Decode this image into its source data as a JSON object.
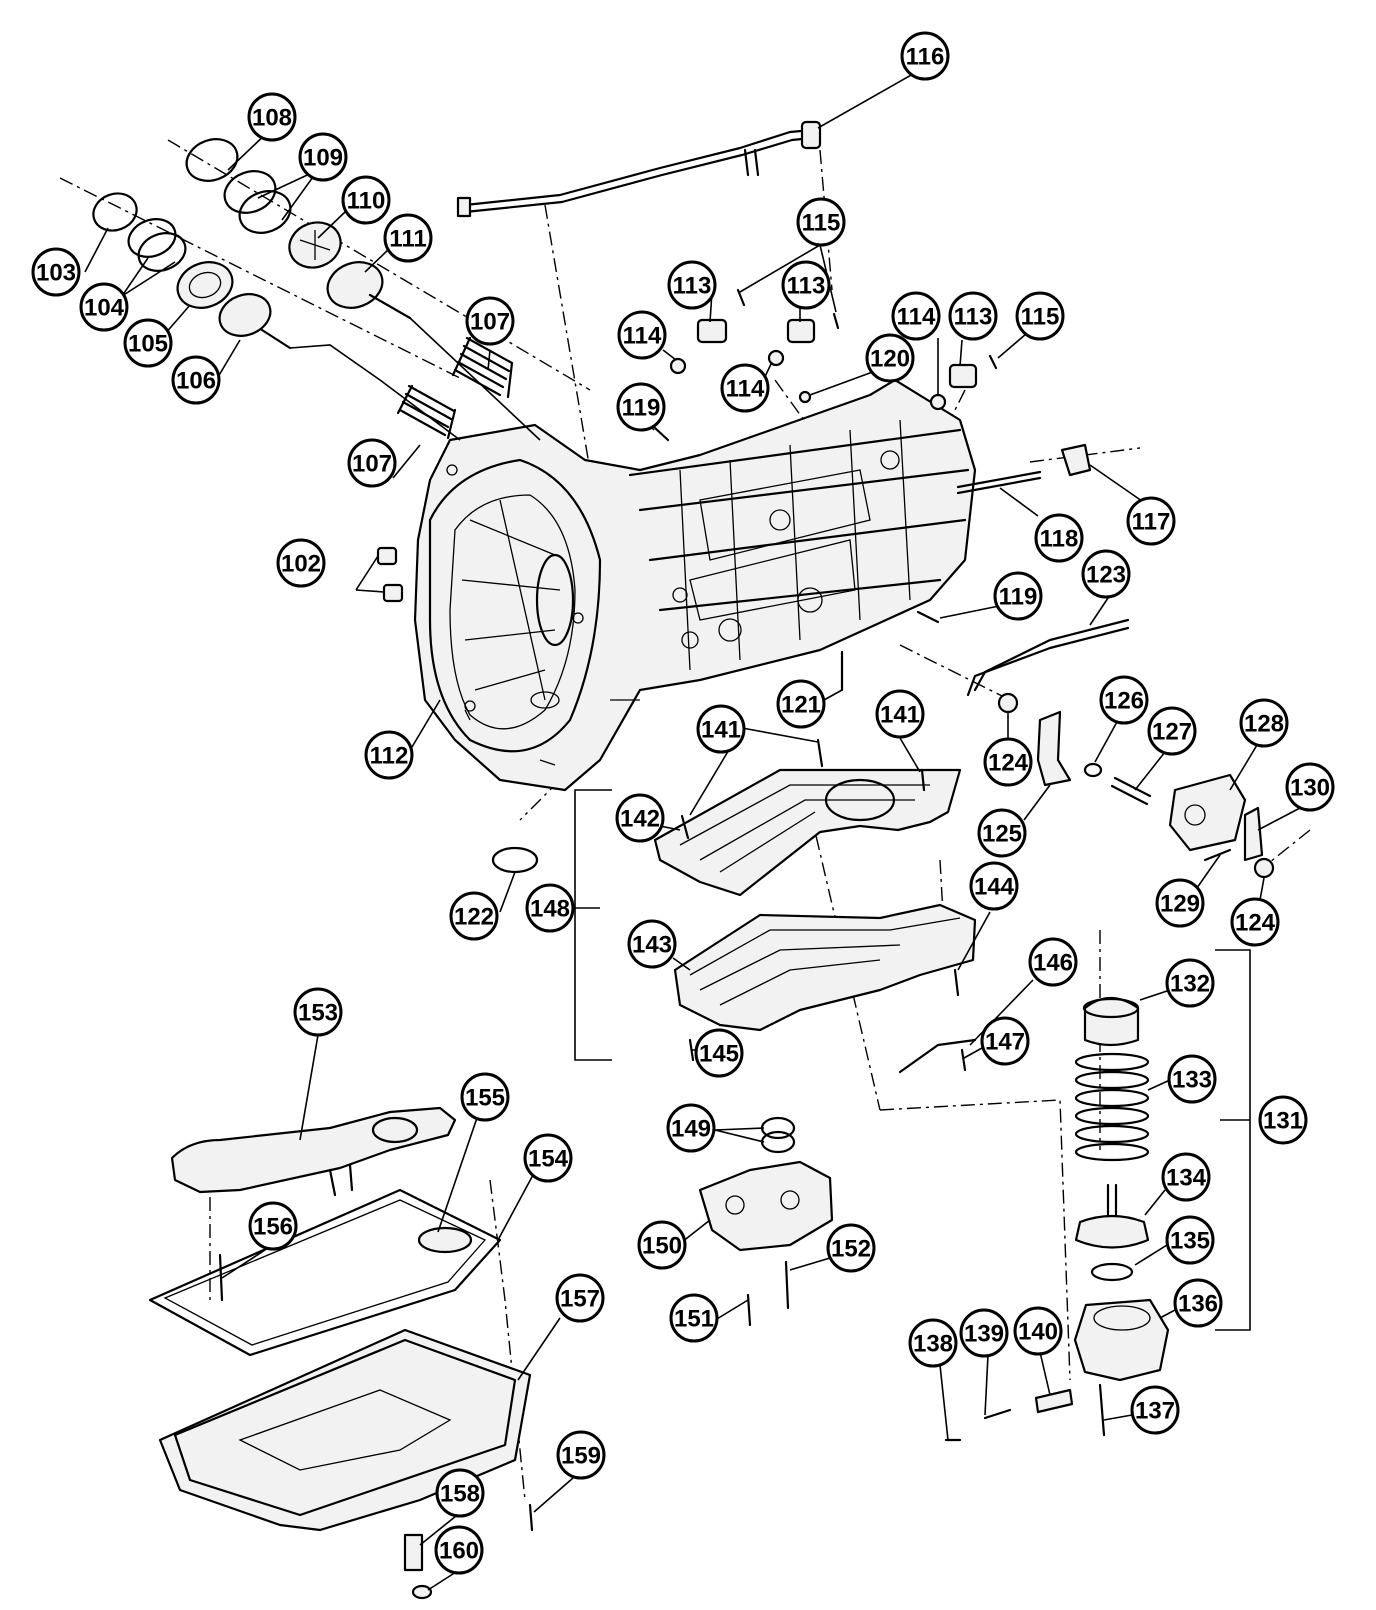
{
  "callouts": [
    {
      "id": "c102",
      "label": "102"
    },
    {
      "id": "c103",
      "label": "103"
    },
    {
      "id": "c104",
      "label": "104"
    },
    {
      "id": "c105",
      "label": "105"
    },
    {
      "id": "c106",
      "label": "106"
    },
    {
      "id": "c107a",
      "label": "107"
    },
    {
      "id": "c107b",
      "label": "107"
    },
    {
      "id": "c108",
      "label": "108"
    },
    {
      "id": "c109",
      "label": "109"
    },
    {
      "id": "c110",
      "label": "110"
    },
    {
      "id": "c111",
      "label": "111"
    },
    {
      "id": "c112",
      "label": "112"
    },
    {
      "id": "c113a",
      "label": "113"
    },
    {
      "id": "c113b",
      "label": "113"
    },
    {
      "id": "c113c",
      "label": "113"
    },
    {
      "id": "c114a",
      "label": "114"
    },
    {
      "id": "c114b",
      "label": "114"
    },
    {
      "id": "c114c",
      "label": "114"
    },
    {
      "id": "c115a",
      "label": "115"
    },
    {
      "id": "c115b",
      "label": "115"
    },
    {
      "id": "c116",
      "label": "116"
    },
    {
      "id": "c117",
      "label": "117"
    },
    {
      "id": "c118",
      "label": "118"
    },
    {
      "id": "c119a",
      "label": "119"
    },
    {
      "id": "c119b",
      "label": "119"
    },
    {
      "id": "c120",
      "label": "120"
    },
    {
      "id": "c121",
      "label": "121"
    },
    {
      "id": "c122",
      "label": "122"
    },
    {
      "id": "c123",
      "label": "123"
    },
    {
      "id": "c124a",
      "label": "124"
    },
    {
      "id": "c124b",
      "label": "124"
    },
    {
      "id": "c125",
      "label": "125"
    },
    {
      "id": "c126",
      "label": "126"
    },
    {
      "id": "c127",
      "label": "127"
    },
    {
      "id": "c128",
      "label": "128"
    },
    {
      "id": "c129",
      "label": "129"
    },
    {
      "id": "c130",
      "label": "130"
    },
    {
      "id": "c131",
      "label": "131"
    },
    {
      "id": "c132",
      "label": "132"
    },
    {
      "id": "c133",
      "label": "133"
    },
    {
      "id": "c134",
      "label": "134"
    },
    {
      "id": "c135",
      "label": "135"
    },
    {
      "id": "c136",
      "label": "136"
    },
    {
      "id": "c137",
      "label": "137"
    },
    {
      "id": "c138",
      "label": "138"
    },
    {
      "id": "c139",
      "label": "139"
    },
    {
      "id": "c140",
      "label": "140"
    },
    {
      "id": "c141a",
      "label": "141"
    },
    {
      "id": "c141b",
      "label": "141"
    },
    {
      "id": "c142",
      "label": "142"
    },
    {
      "id": "c143",
      "label": "143"
    },
    {
      "id": "c144",
      "label": "144"
    },
    {
      "id": "c145",
      "label": "145"
    },
    {
      "id": "c146",
      "label": "146"
    },
    {
      "id": "c147",
      "label": "147"
    },
    {
      "id": "c148",
      "label": "148"
    },
    {
      "id": "c149",
      "label": "149"
    },
    {
      "id": "c150",
      "label": "150"
    },
    {
      "id": "c151",
      "label": "151"
    },
    {
      "id": "c152",
      "label": "152"
    },
    {
      "id": "c153",
      "label": "153"
    },
    {
      "id": "c154",
      "label": "154"
    },
    {
      "id": "c155",
      "label": "155"
    },
    {
      "id": "c156",
      "label": "156"
    },
    {
      "id": "c157",
      "label": "157"
    },
    {
      "id": "c158",
      "label": "158"
    },
    {
      "id": "c159",
      "label": "159"
    },
    {
      "id": "c160",
      "label": "160"
    }
  ]
}
